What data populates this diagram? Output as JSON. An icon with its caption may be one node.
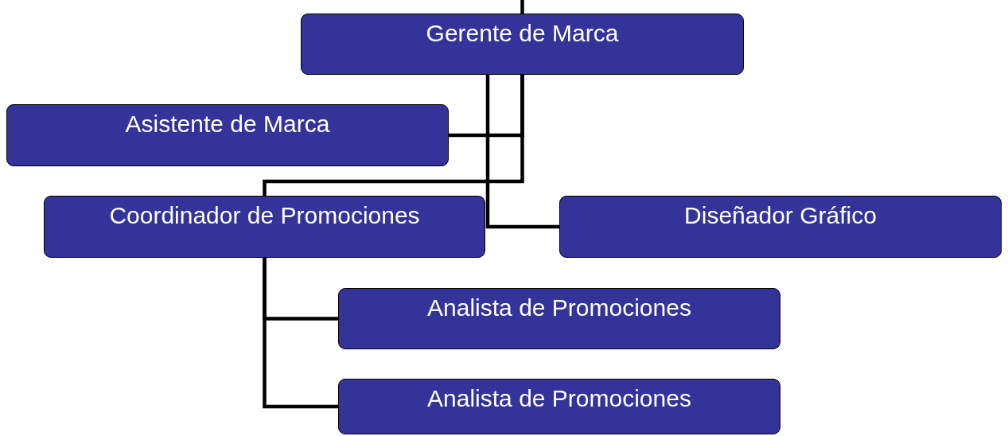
{
  "diagram": {
    "nodes": [
      {
        "text": [
          "Gerente de Marca"
        ]
      },
      {
        "text": [
          "Asistente de Marca"
        ]
      },
      {
        "text": [
          "Coordinador de Promociones"
        ]
      },
      {
        "text": [
          "Diseñador Gráfico"
        ]
      },
      {
        "text": [
          "Analista de Promociones"
        ]
      },
      {
        "text": [
          "Analista de Promociones"
        ]
      }
    ],
    "edges": [
      {
        "from": null,
        "to": 0,
        "arrow": "none"
      },
      {
        "from": 0,
        "to": 1,
        "arrow": "none"
      },
      {
        "from": 0,
        "to": 2,
        "arrow": "none"
      },
      {
        "from": 0,
        "to": 3,
        "arrow": "none"
      },
      {
        "from": 2,
        "to": 4,
        "arrow": "none"
      },
      {
        "from": 2,
        "to": 5,
        "arrow": "none"
      }
    ]
  }
}
